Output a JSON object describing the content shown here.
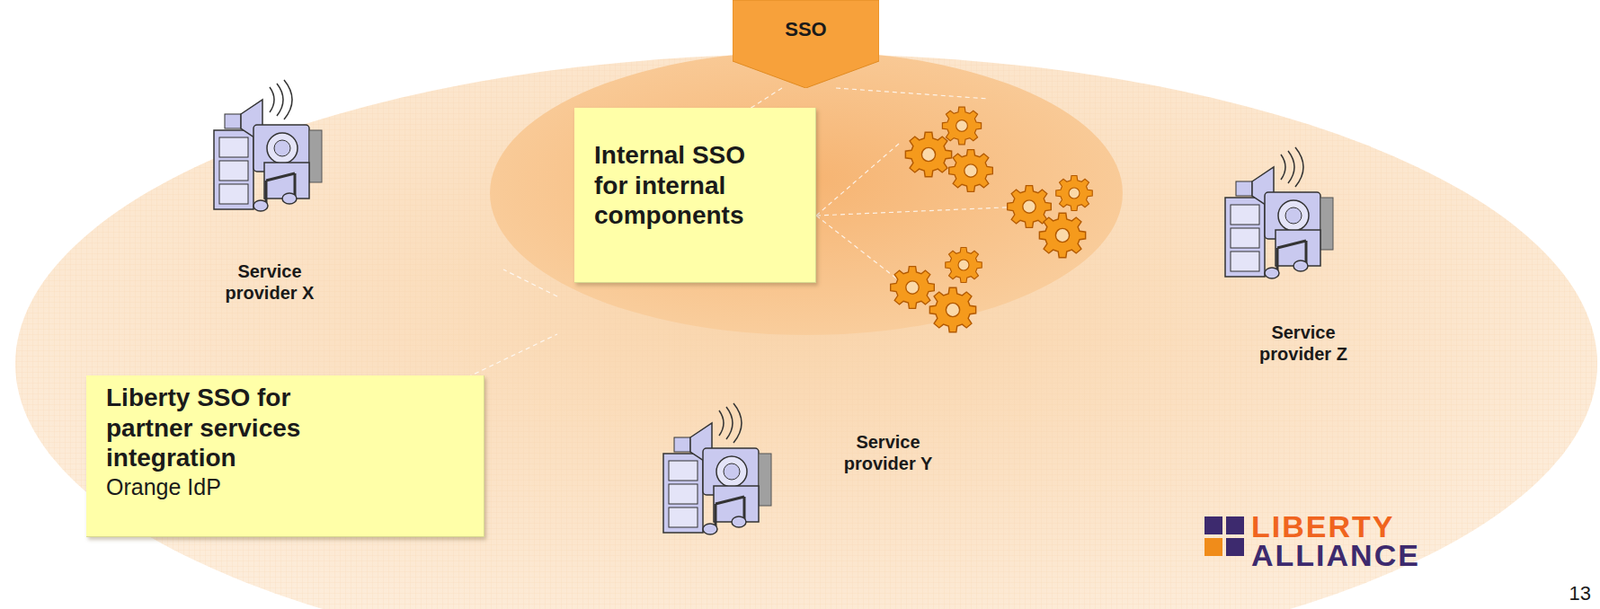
{
  "diagram": {
    "nodes": [
      {
        "text": [
          "SSO"
        ]
      },
      {
        "text": [
          "Internal SSO for internal components"
        ]
      },
      {
        "text": [
          "Liberty SSO for partner services integration",
          "Orange IdP"
        ]
      }
    ],
    "labels": [
      "Service provider X",
      "Service provider Z",
      "Service provider Y",
      "LIBERTY",
      "ALLIANCE",
      "13"
    ]
  }
}
